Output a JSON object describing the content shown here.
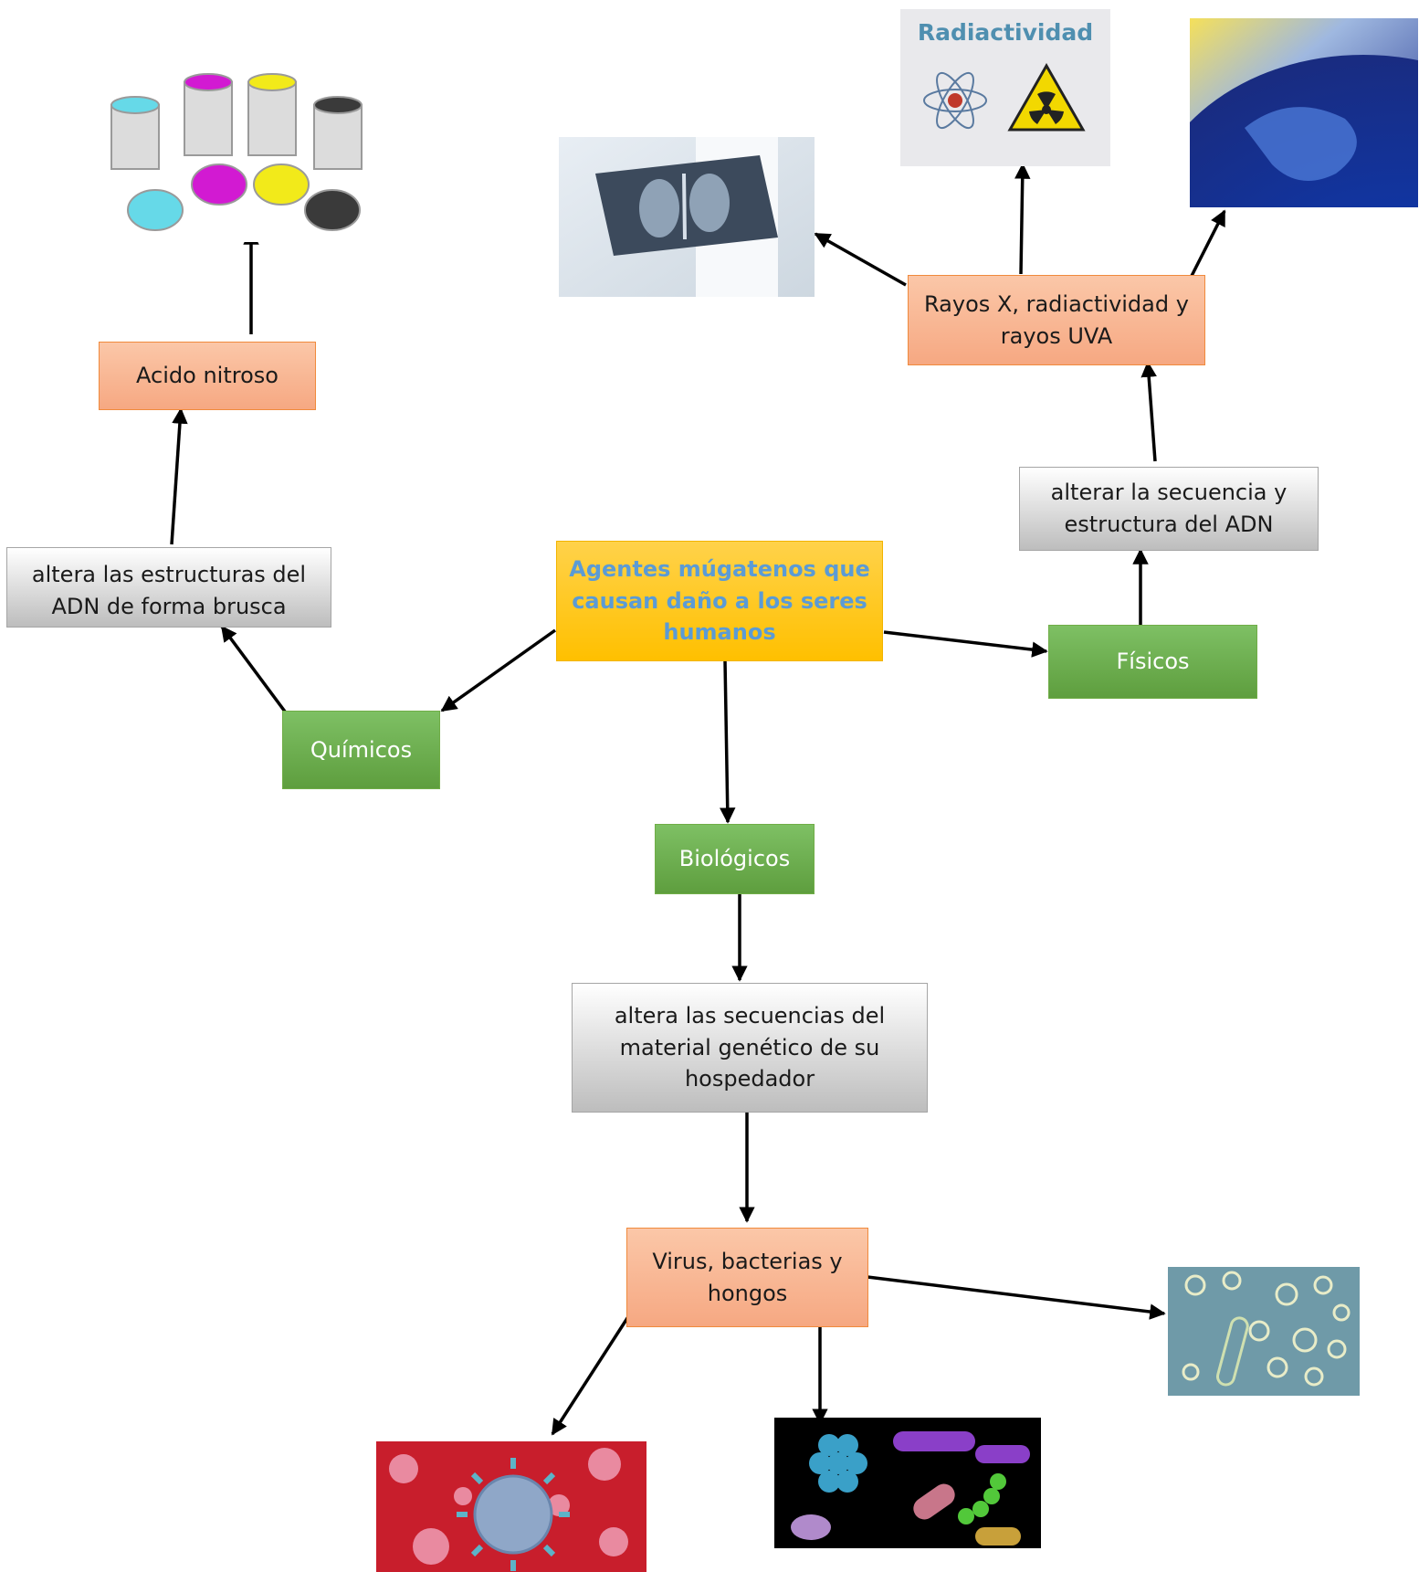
{
  "center": {
    "label": "Agentes múgatenos que causan daño a los seres humanos"
  },
  "categories": {
    "quimicos": "Químicos",
    "fisicos": "Físicos",
    "biologicos": "Biológicos"
  },
  "effects": {
    "quimicos": "altera las estructuras del ADN de forma brusca",
    "fisicos": "alterar la secuencia y estructura del ADN",
    "biologicos": "altera las secuencias del material genético de su hospedador"
  },
  "examples": {
    "quimicos": "Acido nitroso",
    "fisicos": "Rayos X, radiactividad y rayos UVA",
    "biologicos": "Virus, bacterias y hongos"
  },
  "images": {
    "paint_cans": {
      "icon": "paint-cans-icon"
    },
    "xray": {
      "icon": "xray-icon"
    },
    "radiactividad": {
      "icon": "radiation-icon",
      "title": "Radiactividad"
    },
    "earth_uv": {
      "icon": "earth-icon"
    },
    "virus": {
      "icon": "virus-icon"
    },
    "bacteria": {
      "icon": "bacteria-icon"
    },
    "fungi": {
      "icon": "fungi-icon"
    }
  },
  "colors": {
    "category_green": "#70ad47",
    "effect_gray": "#bfbfbf",
    "example_salmon": "#f4b183",
    "center_gold": "#ffc000",
    "center_text": "#5b9bd5"
  }
}
